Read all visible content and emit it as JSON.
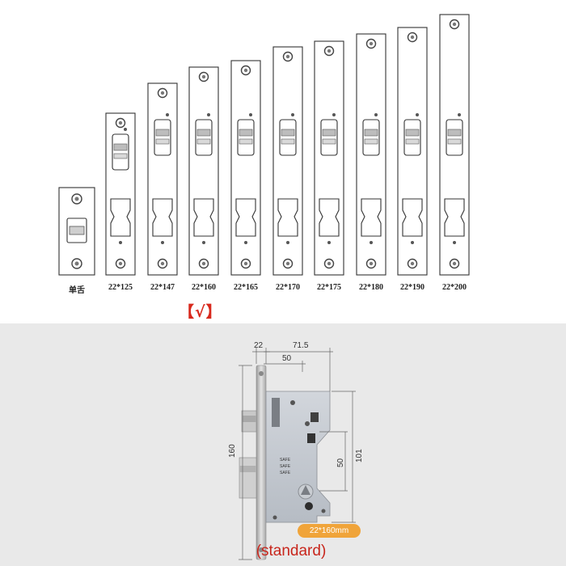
{
  "plates": [
    {
      "id": "single",
      "label": "单舌"
    },
    {
      "id": "22x125",
      "label": "22*125"
    },
    {
      "id": "22x147",
      "label": "22*147"
    },
    {
      "id": "22x160",
      "label": "22*160"
    },
    {
      "id": "22x165",
      "label": "22*165"
    },
    {
      "id": "22x170",
      "label": "22*170"
    },
    {
      "id": "22x175",
      "label": "22*175"
    },
    {
      "id": "22x180",
      "label": "22*180"
    },
    {
      "id": "22x190",
      "label": "22*190"
    },
    {
      "id": "22x200",
      "label": "22*200"
    }
  ],
  "selection_mark": "【√】",
  "diagram": {
    "dim_width": "22",
    "dim_backset_total": "71.5",
    "dim_backset": "50",
    "dim_height": "160",
    "dim_case_height": "101",
    "dim_center": "50",
    "size_badge": "22*160mm",
    "caption": "(standard)"
  }
}
